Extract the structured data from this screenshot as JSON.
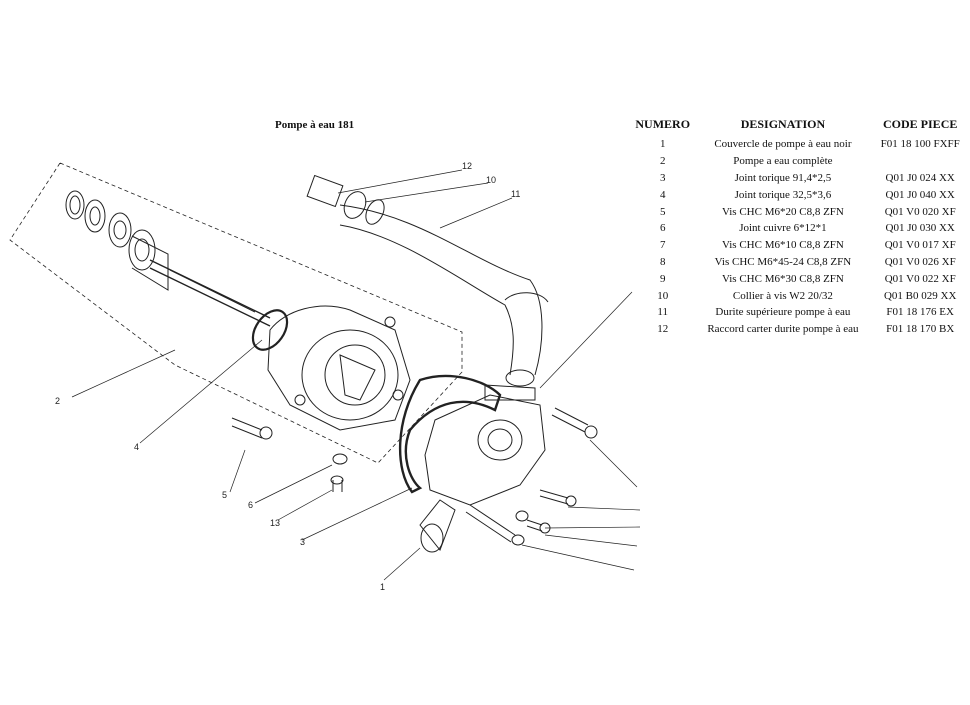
{
  "diagram": {
    "title": "Pompe à eau 181",
    "callouts": {
      "c1": "1",
      "c2": "2",
      "c3": "3",
      "c4": "4",
      "c5": "5",
      "c6": "6",
      "c10": "10",
      "c11": "11",
      "c12": "12",
      "c13": "13"
    }
  },
  "parts_table": {
    "headers": {
      "numero": "NUMERO",
      "designation": "DESIGNATION",
      "code": "CODE PIECE"
    },
    "rows": [
      {
        "numero": "1",
        "designation": "Couvercle de pompe à eau noir",
        "code": "F01 18 100 FXFF"
      },
      {
        "numero": "2",
        "designation": "Pompe a eau complète",
        "code": ""
      },
      {
        "numero": "3",
        "designation": "Joint torique 91,4*2,5",
        "code": "Q01 J0 024 XX"
      },
      {
        "numero": "4",
        "designation": "Joint torique 32,5*3,6",
        "code": "Q01 J0 040 XX"
      },
      {
        "numero": "5",
        "designation": "Vis CHC M6*20 C8,8 ZFN",
        "code": "Q01 V0 020 XF"
      },
      {
        "numero": "6",
        "designation": "Joint cuivre 6*12*1",
        "code": "Q01 J0 030 XX"
      },
      {
        "numero": "7",
        "designation": "Vis CHC M6*10 C8,8 ZFN",
        "code": "Q01 V0 017 XF"
      },
      {
        "numero": "8",
        "designation": "Vis CHC M6*45-24 C8,8 ZFN",
        "code": "Q01 V0 026 XF"
      },
      {
        "numero": "9",
        "designation": "Vis CHC M6*30 C8,8 ZFN",
        "code": "Q01 V0 022 XF"
      },
      {
        "numero": "10",
        "designation": "Collier à vis W2 20/32",
        "code": "Q01 B0 029 XX"
      },
      {
        "numero": "11",
        "designation": "Durite supérieure pompe à eau",
        "code": "F01 18 176 EX"
      },
      {
        "numero": "12",
        "designation": "Raccord carter durite pompe à eau",
        "code": "F01 18 170 BX"
      }
    ]
  }
}
